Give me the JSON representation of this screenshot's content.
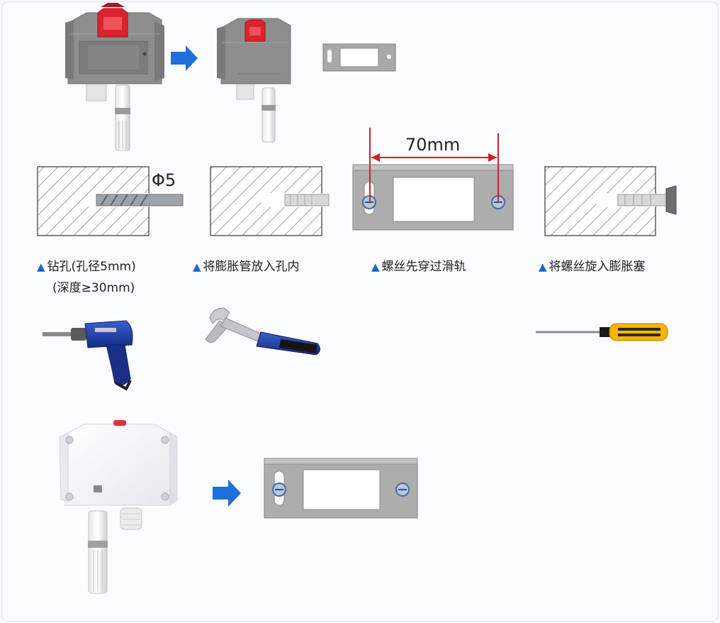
{
  "steps": [
    {
      "caption": "钻孔(孔径5mm)",
      "caption_line2": "(深度≥30mm)",
      "tool": "electric-drill"
    },
    {
      "caption": "将膨胀管放入孔内",
      "tool": "hammer"
    },
    {
      "caption": "螺丝先穿过滑轨",
      "tool": ""
    },
    {
      "caption": "将螺丝旋入膨胀塞",
      "tool": "screwdriver"
    }
  ],
  "dimensions": {
    "hole_diameter": "Φ5",
    "rail_hole_spacing": "70mm"
  },
  "colors": {
    "arrow": "#1e6fd9",
    "triangle": "#1b63d6",
    "dimension_line": "#d0202a",
    "device_gray": "#8e8e8e",
    "rail_gray": "#a9a9a9",
    "clip_red": "#d9232d"
  }
}
